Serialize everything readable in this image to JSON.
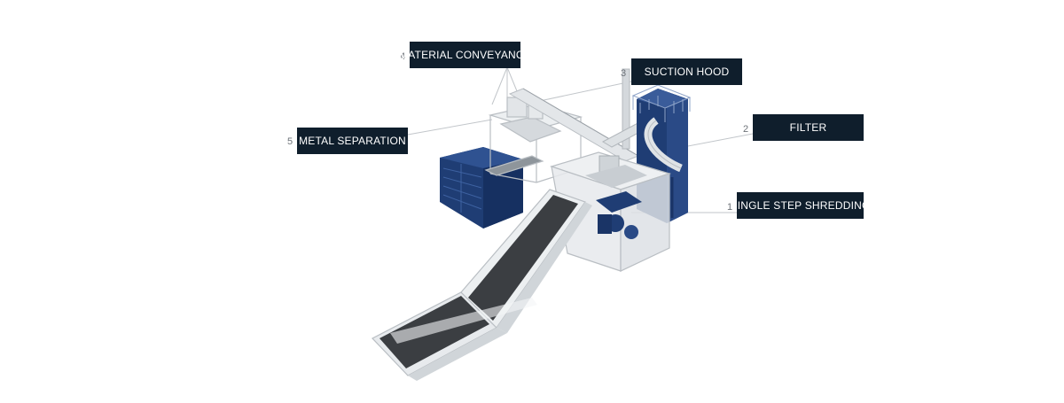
{
  "labels": [
    {
      "number": "1",
      "text": "SINGLE STEP SHREDDING"
    },
    {
      "number": "2",
      "text": "FILTER"
    },
    {
      "number": "3",
      "text": "SUCTION HOOD"
    },
    {
      "number": "4",
      "text": "MATERIAL CONVEYANCE"
    },
    {
      "number": "5",
      "text": "METAL SEPARATION"
    }
  ],
  "colors": {
    "label_background": "#0f1e2c",
    "label_text": "#ffffff",
    "machine_blue": "#1f3d74",
    "frame_gray": "#d9dde1",
    "belt_dark": "#3b3e42",
    "leader_line": "#c2c6ca"
  },
  "icons": [
    "shredder-plant-illustration"
  ]
}
